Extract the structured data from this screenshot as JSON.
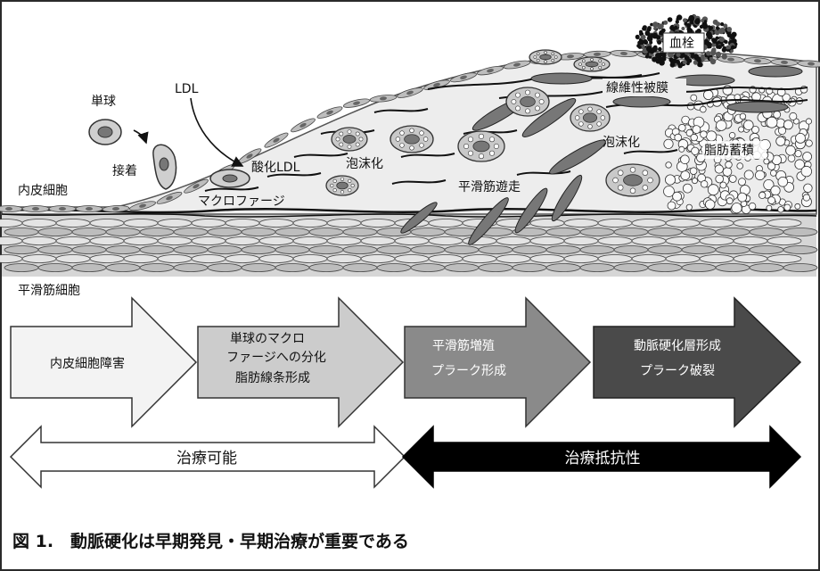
{
  "illustration": {
    "labels": {
      "monocyte": "単球",
      "adhesion": "接着",
      "ldl": "LDL",
      "oxidized_ldl": "酸化LDL",
      "macrophage": "マクロファージ",
      "endothelial_cell": "内皮細胞",
      "foam_cell_1": "泡沫化",
      "foam_cell_2": "泡沫化",
      "smooth_muscle_migration": "平滑筋遊走",
      "fibrous_cap": "線維性被膜",
      "lipid_accumulation": "脂肪蓄積",
      "thrombus": "血栓",
      "smooth_muscle_cell": "平滑筋細胞"
    }
  },
  "stages": [
    {
      "lines": [
        "内皮細胞障害"
      ],
      "fill": "#f3f3f3",
      "text_color": "#111111"
    },
    {
      "lines": [
        "単球のマクロ",
        "ファージへの分化",
        "脂肪線条形成"
      ],
      "fill": "#cccccc",
      "text_color": "#111111"
    },
    {
      "lines": [
        "平滑筋増殖",
        "プラーク形成"
      ],
      "fill": "#8a8a8a",
      "text_color": "#ffffff"
    },
    {
      "lines": [
        "動脈硬化層形成",
        "プラーク破裂"
      ],
      "fill": "#4a4a4a",
      "text_color": "#ffffff"
    }
  ],
  "treatment": {
    "treatable": "治療可能",
    "resistant": "治療抵抗性"
  },
  "caption": "図 1.　動脈硬化は早期発見・早期治療が重要である"
}
